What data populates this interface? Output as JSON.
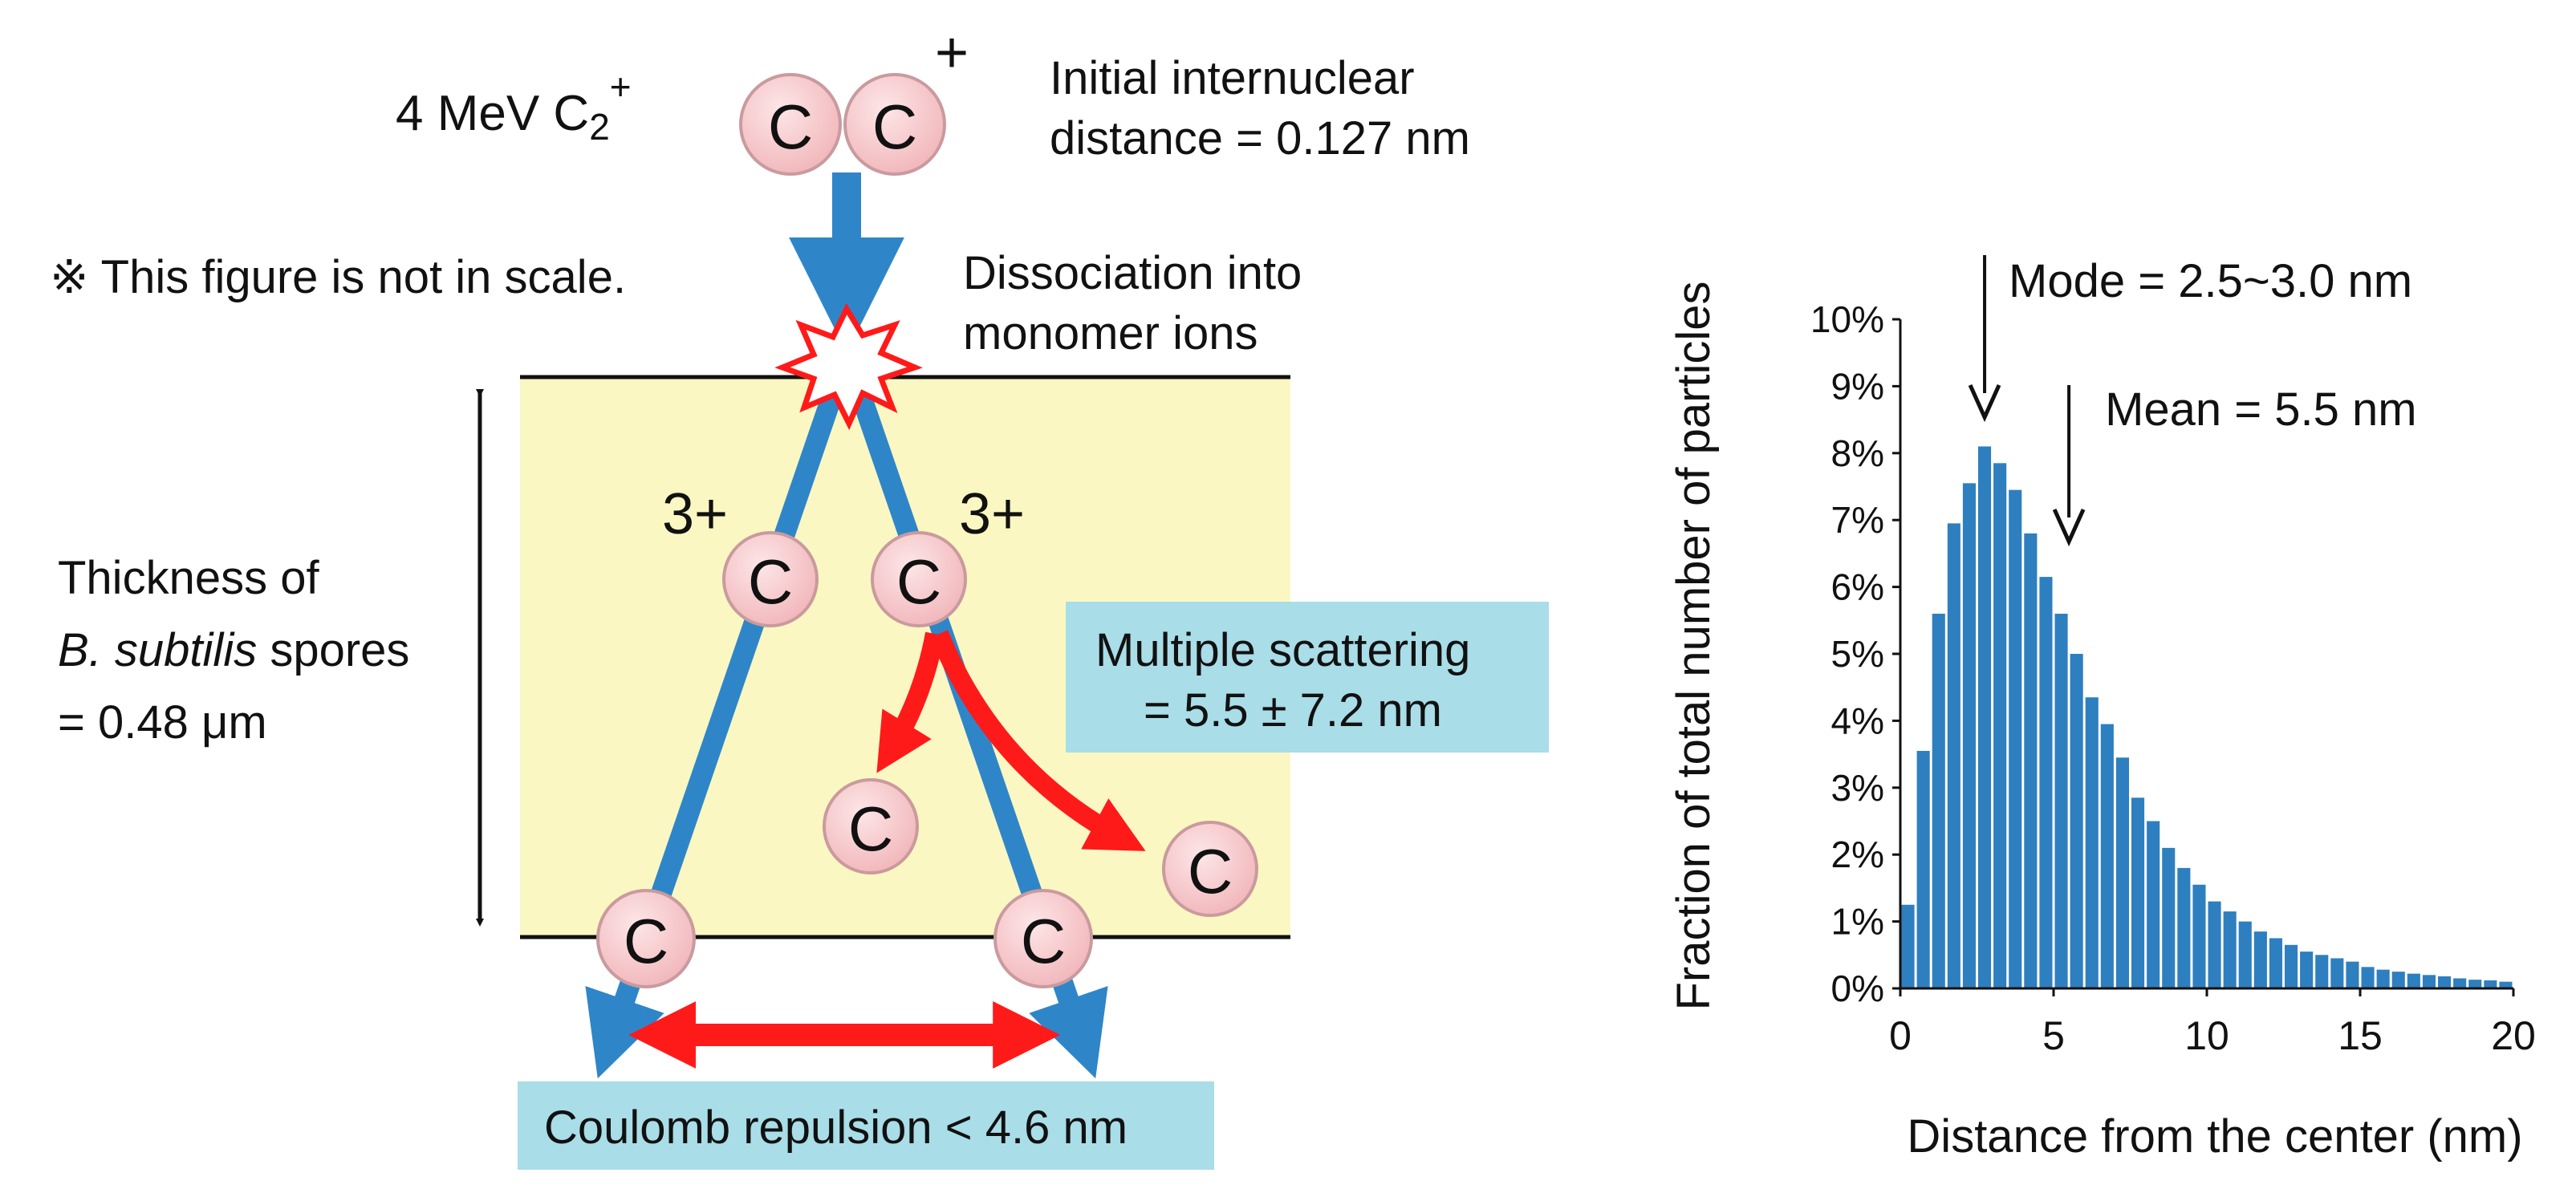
{
  "diagram": {
    "ion_label_main": "4 MeV C",
    "ion_label_sub": "2",
    "ion_label_sup": "+",
    "dimer_charge": "+",
    "initial_distance_line1": "Initial internuclear",
    "initial_distance_line2": "distance = 0.127 nm",
    "not_in_scale": "※ This figure is not in scale.",
    "dissociation_line1": "Dissociation into",
    "dissociation_line2": "monomer ions",
    "thickness_line1": "Thickness of",
    "thickness_italic": "B. subtilis",
    "thickness_line2_rest": " spores",
    "thickness_line3": "= 0.48 μm",
    "charge_left": "3+",
    "charge_right": "3+",
    "atom_symbol": "C",
    "multiple_scattering_line1": "Multiple scattering",
    "multiple_scattering_line2": "= 5.5 ± 7.2 nm",
    "coulomb": "Coulomb repulsion < 4.6 nm",
    "colors": {
      "beam": "#2e86c9",
      "scatter_arrow": "#ff1a1a",
      "spore_fill": "#fbf7c2",
      "info_box": "#a9dde8",
      "atom_fill": "#f6c9cc",
      "atom_stroke": "#c99a9e"
    }
  },
  "chart_data": {
    "type": "bar",
    "xlabel": "Distance from the center (nm)",
    "ylabel": "Fraction of total number of particles",
    "xlim": [
      0,
      20
    ],
    "ylim": [
      0,
      10
    ],
    "x_ticks": [
      "0",
      "5",
      "10",
      "15",
      "20"
    ],
    "y_ticks": [
      "0%",
      "1%",
      "2%",
      "3%",
      "4%",
      "5%",
      "6%",
      "7%",
      "8%",
      "9%",
      "10%"
    ],
    "bin_width": 0.5,
    "x": [
      0.25,
      0.75,
      1.25,
      1.75,
      2.25,
      2.75,
      3.25,
      3.75,
      4.25,
      4.75,
      5.25,
      5.75,
      6.25,
      6.75,
      7.25,
      7.75,
      8.25,
      8.75,
      9.25,
      9.75,
      10.25,
      10.75,
      11.25,
      11.75,
      12.25,
      12.75,
      13.25,
      13.75,
      14.25,
      14.75,
      15.25,
      15.75,
      16.25,
      16.75,
      17.25,
      17.75,
      18.25,
      18.75,
      19.25,
      19.75
    ],
    "values": [
      1.25,
      3.55,
      5.6,
      6.95,
      7.55,
      8.1,
      7.85,
      7.45,
      6.8,
      6.15,
      5.6,
      5.0,
      4.35,
      3.95,
      3.45,
      2.85,
      2.5,
      2.1,
      1.8,
      1.55,
      1.3,
      1.15,
      1.0,
      0.85,
      0.75,
      0.65,
      0.55,
      0.5,
      0.45,
      0.4,
      0.32,
      0.28,
      0.25,
      0.22,
      0.2,
      0.18,
      0.15,
      0.13,
      0.12,
      0.1
    ],
    "grid": false,
    "annotations": [
      "Mode = 2.5~3.0 nm",
      "Mean = 5.5 nm"
    ],
    "bar_color": "#2e7fbf"
  }
}
